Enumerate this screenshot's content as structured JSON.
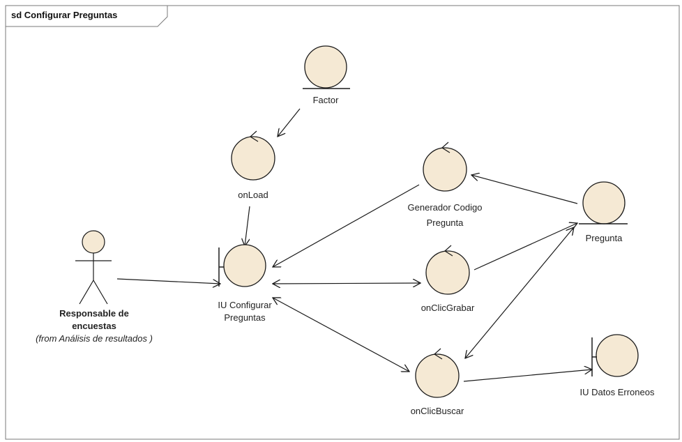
{
  "frame_title": "sd Configurar Preguntas",
  "actor": {
    "name_line1": "Responsable de",
    "name_line2": "encuestas",
    "from_note": "(from Análisis de resultados )"
  },
  "nodes": {
    "factor": "Factor",
    "onload": "onLoad",
    "iu_configurar_1": "IU Configurar",
    "iu_configurar_2": "Preguntas",
    "generador_1": "Generador Codigo",
    "generador_2": "Pregunta",
    "pregunta": "Pregunta",
    "onclicgrabar": "onClicGrabar",
    "onclicbuscar": "onClicBuscar",
    "iu_datos": "IU Datos Erroneos"
  },
  "colors": {
    "fill": "#f5e9d4",
    "stroke": "#1a1a1a",
    "frame": "#7a7a7a"
  }
}
